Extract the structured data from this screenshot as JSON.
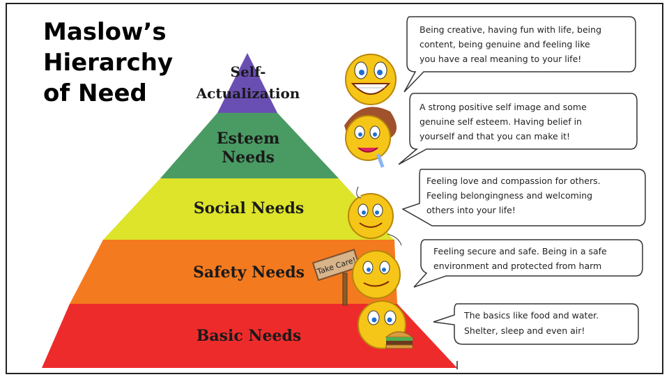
{
  "title": [
    "Maslow’s",
    "Hierarchy",
    "of Need"
  ],
  "levels": [
    {
      "label": [
        "Self-",
        "Actualization"
      ],
      "color": "#6a4fb3"
    },
    {
      "label": [
        "Esteem",
        "Needs"
      ],
      "color": "#4a9a63"
    },
    {
      "label": [
        "Social Needs"
      ],
      "color": "#dde42a"
    },
    {
      "label": [
        "Safety Needs"
      ],
      "color": "#f47a1f"
    },
    {
      "label": [
        "Basic Needs"
      ],
      "color": "#ee2b2b"
    }
  ],
  "bubbles": [
    {
      "lines": [
        "Being creative, having fun with life, being",
        "content, being genuine and feeling like",
        "you have a real meaning to your life!"
      ]
    },
    {
      "lines": [
        "A strong positive self image and some",
        "genuine self esteem. Having belief in",
        "yourself and that you can make it!"
      ]
    },
    {
      "lines": [
        "Feeling love and compassion for others.",
        "Feeling belongingness and welcoming",
        "others into your life!"
      ]
    },
    {
      "lines": [
        "Feeling secure and safe. Being in a safe",
        "environment and protected from harm"
      ]
    },
    {
      "lines": [
        "The basics like food and water.",
        "Shelter, sleep and even air!"
      ]
    }
  ],
  "sign_text": "Take Care!"
}
